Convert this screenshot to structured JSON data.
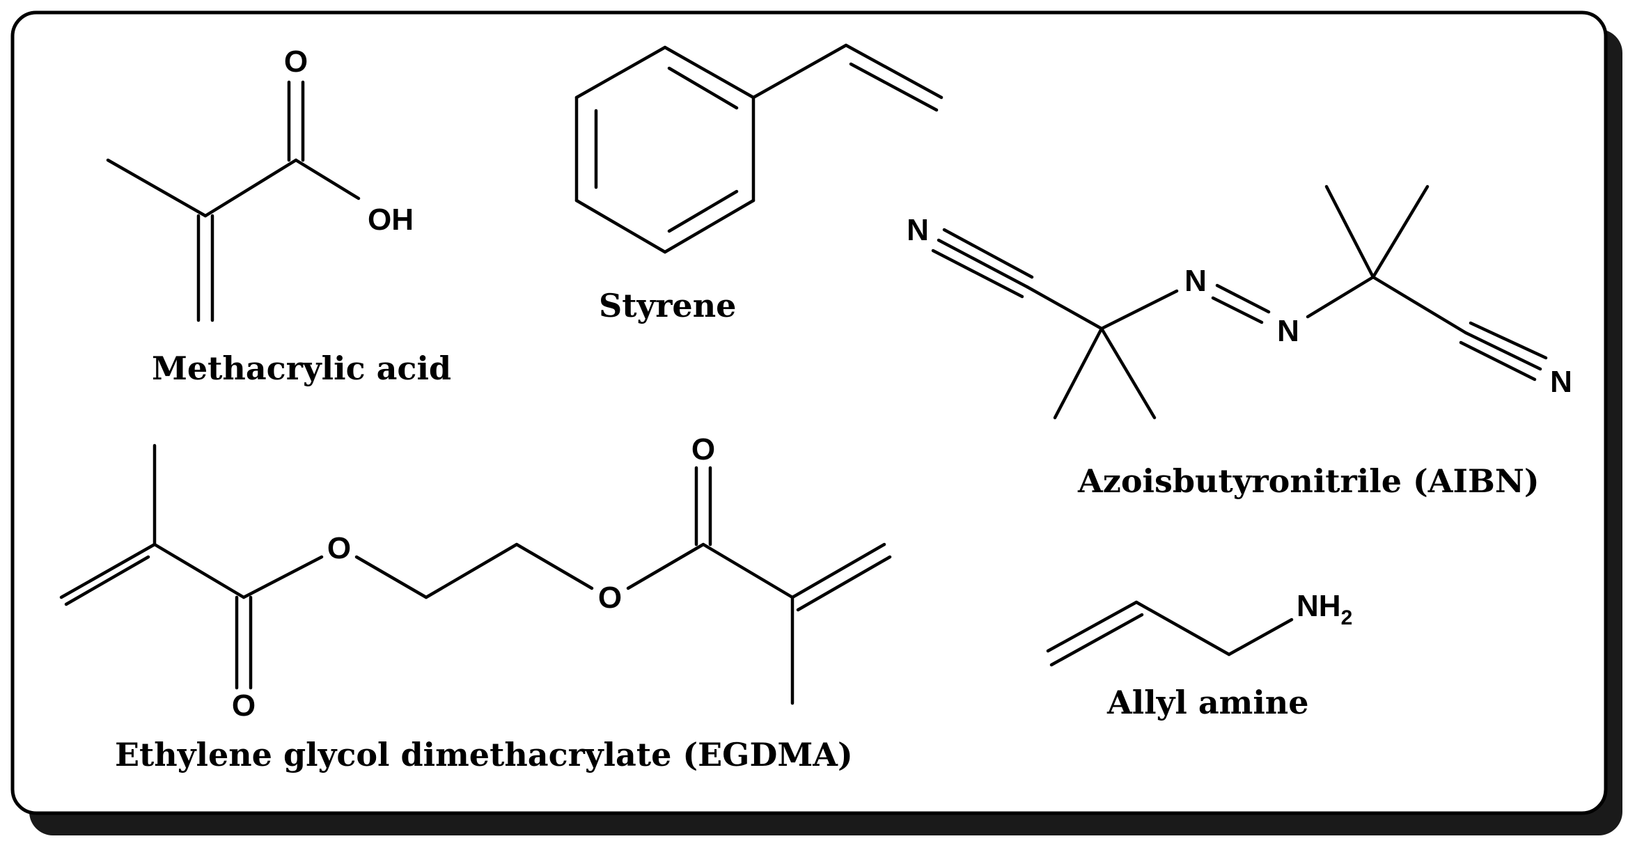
{
  "molecules": {
    "methacrylic_acid": {
      "name": "Methacrylic acid",
      "atoms": {
        "carbonyl_o": "O",
        "hydroxyl": "OH"
      }
    },
    "styrene": {
      "name": "Styrene"
    },
    "aibn": {
      "name": "Azoisbutyronitrile (AIBN)",
      "atoms": {
        "n_left": "N",
        "n_azo_1": "N",
        "n_azo_2": "N",
        "n_right": "N"
      }
    },
    "egdma": {
      "name": "Ethylene glycol dimethacrylate (EGDMA)",
      "atoms": {
        "o_carbonyl_left": "O",
        "o_ester_left": "O",
        "o_ester_right": "O",
        "o_carbonyl_right": "O"
      }
    },
    "allyl_amine": {
      "name": "Allyl amine",
      "atoms": {
        "amine": "NH",
        "amine_sub": "2"
      }
    }
  },
  "colors": {
    "frame": "#000000",
    "shadow": "#1a1a1a",
    "background": "#ffffff"
  }
}
